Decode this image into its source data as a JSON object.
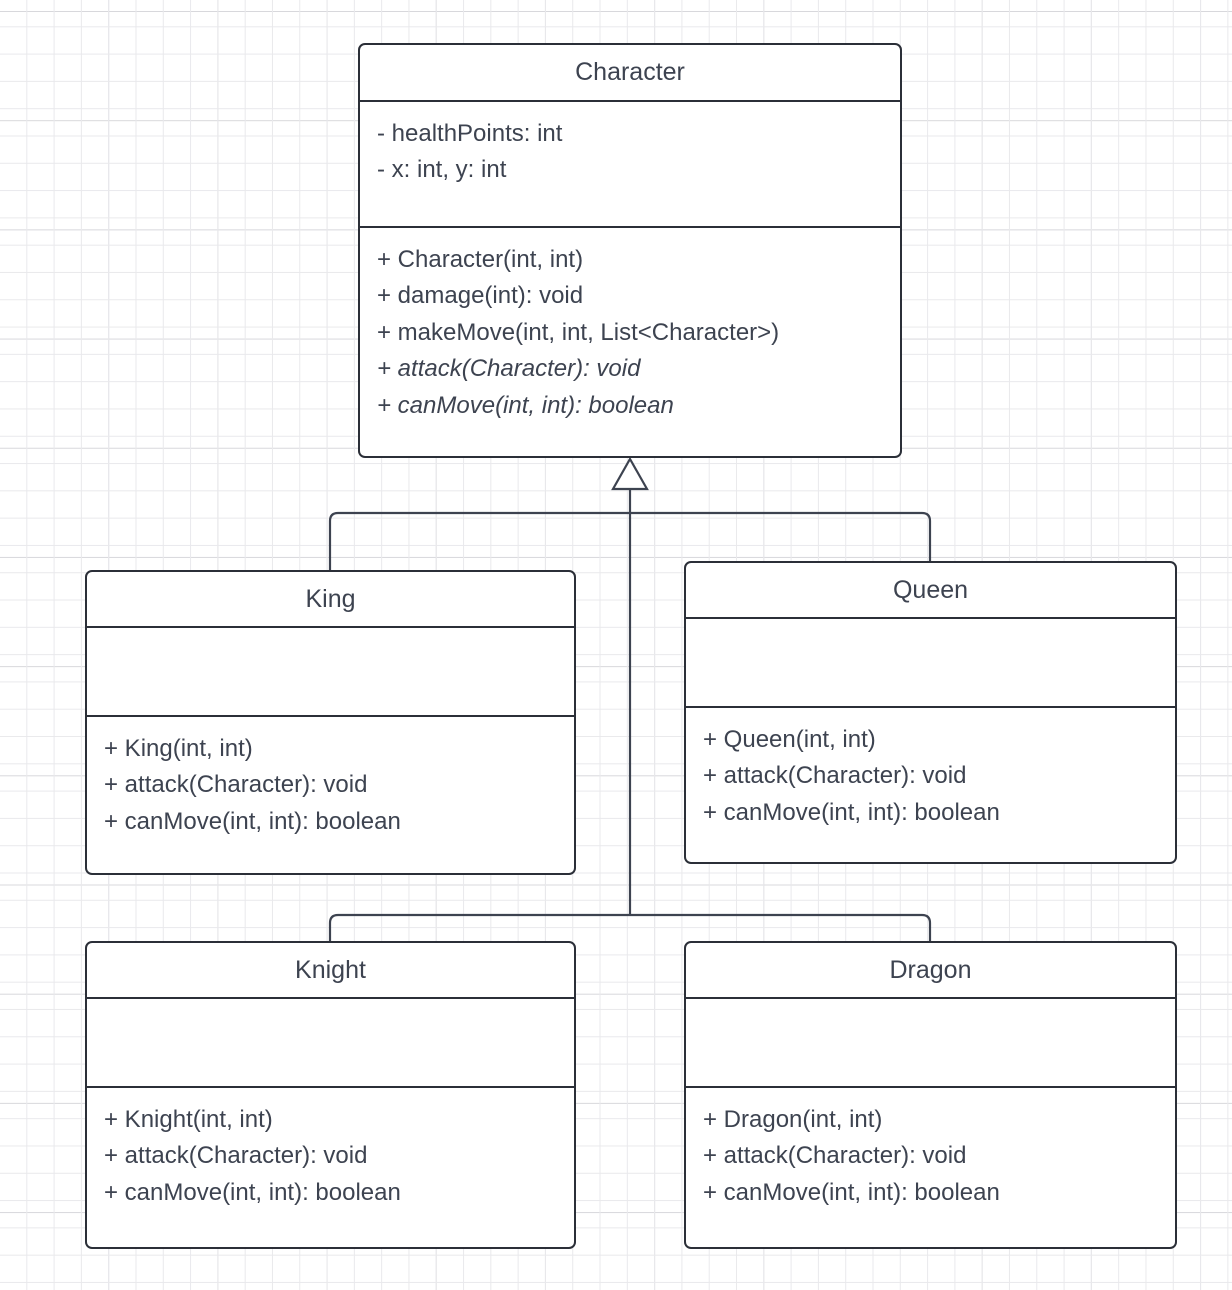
{
  "diagram": {
    "type": "uml-class-diagram",
    "relationship": "generalization",
    "classes": [
      {
        "id": "character",
        "name": "Character",
        "attributes": [
          "- healthPoints: int",
          "- x: int, y: int"
        ],
        "methods": [
          {
            "text": "+ Character(int, int)",
            "abstract": false
          },
          {
            "text": "+ damage(int): void",
            "abstract": false
          },
          {
            "text": "+ makeMove(int, int, List<Character>)",
            "abstract": false
          },
          {
            "text": "+ attack(Character): void",
            "abstract": true
          },
          {
            "text": "+ canMove(int, int): boolean",
            "abstract": true
          }
        ]
      },
      {
        "id": "king",
        "name": "King",
        "attributes": [],
        "methods": [
          {
            "text": "+ King(int, int)",
            "abstract": false
          },
          {
            "text": "+ attack(Character): void",
            "abstract": false
          },
          {
            "text": "+ canMove(int, int): boolean",
            "abstract": false
          }
        ]
      },
      {
        "id": "queen",
        "name": "Queen",
        "attributes": [],
        "methods": [
          {
            "text": "+ Queen(int, int)",
            "abstract": false
          },
          {
            "text": "+ attack(Character): void",
            "abstract": false
          },
          {
            "text": "+ canMove(int, int): boolean",
            "abstract": false
          }
        ]
      },
      {
        "id": "knight",
        "name": "Knight",
        "attributes": [],
        "methods": [
          {
            "text": "+ Knight(int, int)",
            "abstract": false
          },
          {
            "text": "+ attack(Character): void",
            "abstract": false
          },
          {
            "text": "+ canMove(int, int): boolean",
            "abstract": false
          }
        ]
      },
      {
        "id": "dragon",
        "name": "Dragon",
        "attributes": [],
        "methods": [
          {
            "text": "+ Dragon(int, int)",
            "abstract": false
          },
          {
            "text": "+ attack(Character): void",
            "abstract": false
          },
          {
            "text": "+ canMove(int, int): boolean",
            "abstract": false
          }
        ]
      }
    ],
    "colors": {
      "border": "#2b2f38",
      "text": "#3d4350",
      "fill": "#ffffff",
      "grid_minor": "#e9e9ec",
      "grid_major": "#d8d8dc"
    }
  }
}
